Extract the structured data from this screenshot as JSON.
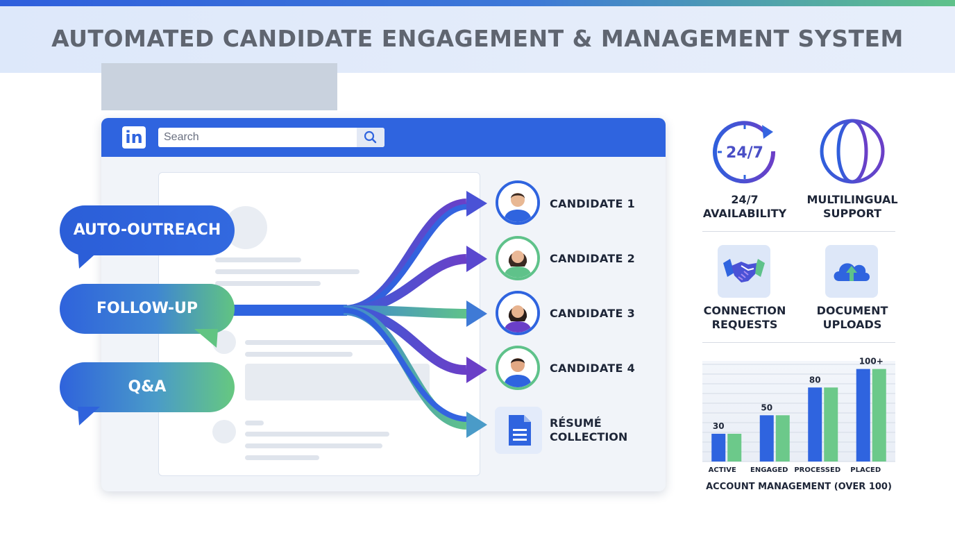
{
  "header": {
    "title": "AUTOMATED CANDIDATE ENGAGEMENT & MANAGEMENT SYSTEM"
  },
  "window": {
    "logo": "in",
    "search_placeholder": "Search",
    "icons": [
      "linkedin-icon",
      "search-icon"
    ]
  },
  "actions": [
    {
      "label": "AUTO-OUTREACH"
    },
    {
      "label": "FOLLOW-UP"
    },
    {
      "label": "Q&A"
    }
  ],
  "candidates": [
    {
      "label": "CANDIDATE 1"
    },
    {
      "label": "CANDIDATE 2"
    },
    {
      "label": "CANDIDATE 3"
    },
    {
      "label": "CANDIDATE 4"
    }
  ],
  "resume": {
    "line1": "RÉSUMÉ",
    "line2": "COLLECTION",
    "icon": "document-icon"
  },
  "features": [
    {
      "line1": "24/7",
      "line2": "AVAILABILITY",
      "icon": "clock-24-7-icon",
      "badge": "24/7"
    },
    {
      "line1": "MULTILINGUAL",
      "line2": "SUPPORT",
      "icon": "globe-icon"
    },
    {
      "line1": "CONNECTION",
      "line2": "REQUESTS",
      "icon": "handshake-icon"
    },
    {
      "line1": "DOCUMENT",
      "line2": "UPLOADS",
      "icon": "cloud-upload-icon"
    }
  ],
  "colors": {
    "primary": "#2f64df",
    "accent_green": "#5fc28a",
    "accent_purple": "#6a3fc8"
  },
  "chart_data": {
    "type": "bar",
    "title": "ACCOUNT MANAGEMENT (OVER 100)",
    "categories": [
      "ACTIVE",
      "ENGAGED",
      "PROCESSED",
      "PLACED"
    ],
    "series": [
      {
        "values": [
          30,
          50,
          80,
          100
        ]
      },
      {
        "values": [
          30,
          50,
          80,
          100
        ]
      }
    ],
    "data_labels": [
      "30",
      "50",
      "80",
      "100+"
    ],
    "ylim": [
      0,
      105
    ],
    "grid": true,
    "colors": [
      "#2f64df",
      "#6cc98a"
    ]
  }
}
